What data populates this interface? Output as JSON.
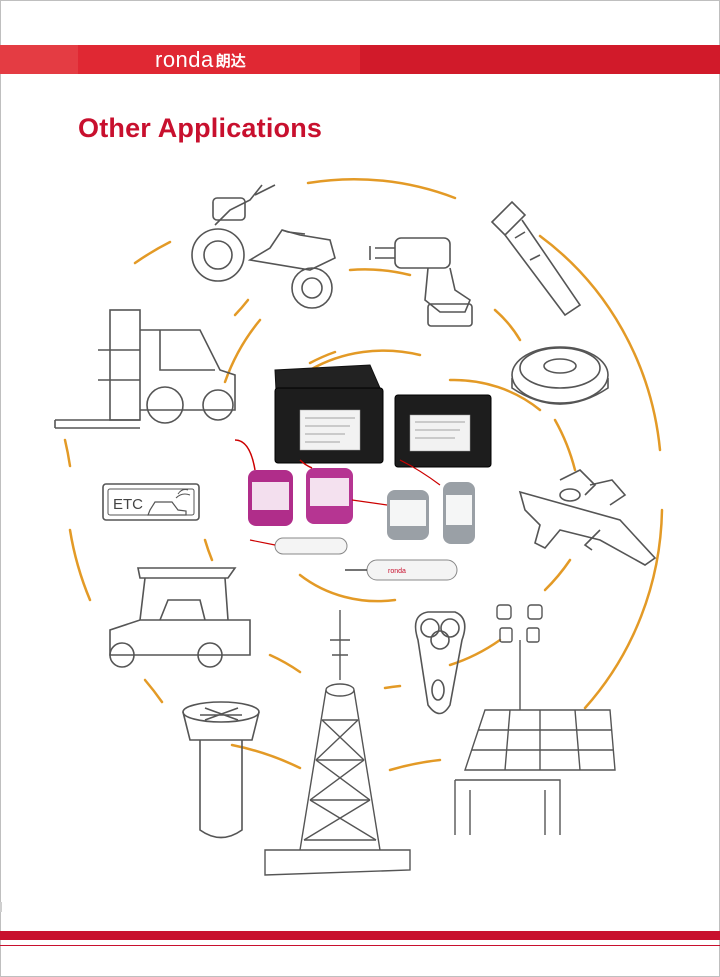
{
  "header": {
    "brand_latin": "ronda",
    "brand_cjk": "朗达",
    "band_color": "#d11a2a"
  },
  "page": {
    "title": "Other Applications",
    "title_color": "#c8102e"
  },
  "illustration": {
    "ring_color": "#e39a26",
    "line_color": "#555555",
    "sign_text": "ETC",
    "battery_brand": "ronda",
    "applications": [
      "electric-scooter",
      "power-drill",
      "flashlight",
      "forklift",
      "robot-vacuum",
      "etc-toll-sign",
      "airplane",
      "golf-cart",
      "electric-shaver",
      "lawn-lamp",
      "communication-tower",
      "solar-street-light"
    ]
  }
}
